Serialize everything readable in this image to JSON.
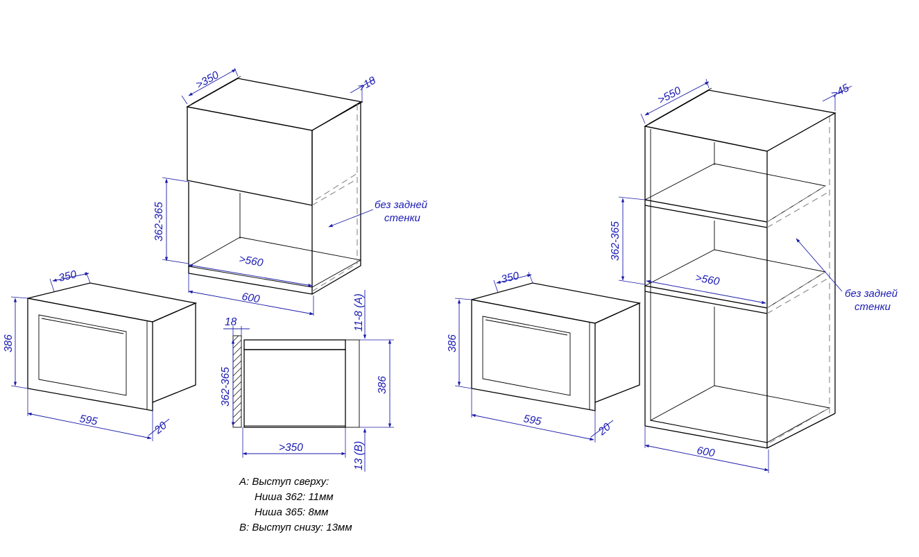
{
  "dimensions": {
    "wall_depth": ">350",
    "wall_gap": ">18",
    "wall_niche_height": "362-365",
    "wall_niche_width": ">560",
    "wall_width": "600",
    "label_no_back_wall_line1": "без задней",
    "label_no_back_wall_line2": "стенки",
    "oven_depth": "350",
    "oven_height": "386",
    "oven_width": "595",
    "oven_front": "20",
    "section_gap": "18",
    "section_niche_height": "362-365",
    "section_height": "386",
    "section_depth": ">350",
    "section_top": "11-8 (A)",
    "section_bottom": "13 (B)",
    "col_depth": ">550",
    "col_gap": ">45",
    "col_niche_height": "362-365",
    "col_niche_width": ">560",
    "col_width": "600",
    "oven2_depth": "350",
    "oven2_height": "386",
    "oven2_width": "595",
    "oven2_front": "20"
  },
  "notes": {
    "line1": "A: Выступ сверху:",
    "line2": "Ниша 362: 11мм",
    "line3": "Ниша 365: 8мм",
    "line4": "B: Выступ снизу: 13мм"
  }
}
